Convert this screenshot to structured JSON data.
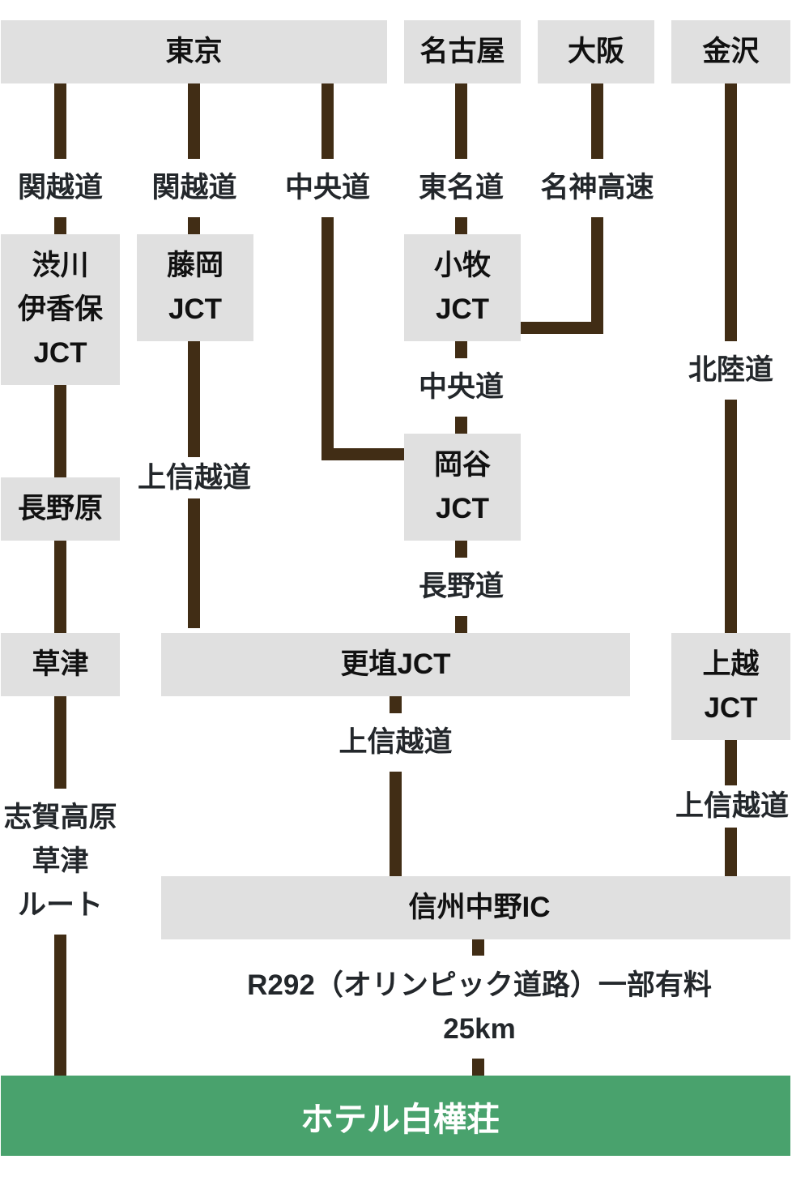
{
  "origins": {
    "tokyo": "東京",
    "nagoya": "名古屋",
    "osaka": "大阪",
    "kanazawa": "金沢"
  },
  "junctions": {
    "shibukawa_ikaho": [
      "渋川",
      "伊香保",
      "JCT"
    ],
    "fujioka": [
      "藤岡",
      "JCT"
    ],
    "komaki": [
      "小牧",
      "JCT"
    ],
    "okaya": [
      "岡谷",
      "JCT"
    ],
    "naganohara": [
      "長野原"
    ],
    "kusatsu": [
      "草津"
    ],
    "koshoku": [
      "更埴JCT"
    ],
    "joetsu": [
      "上越",
      "JCT"
    ],
    "shinshu_nakano_ic": [
      "信州中野IC"
    ]
  },
  "roads": {
    "kanetsu_via_shibukawa": "関越道",
    "kanetsu_via_fujioka": "関越道",
    "chuo_from_tokyo": "中央道",
    "tomei": "東名道",
    "meishin": "名神高速",
    "hokuriku": "北陸道",
    "chuo_from_komaki": "中央道",
    "joshinetsu_from_fujioka": "上信越道",
    "nagano": "長野道",
    "joshinetsu_from_koshoku": "上信越道",
    "joshinetsu_from_joetsu": "上信越道",
    "shiga_kusatsu_route": [
      "志賀高原",
      "草津",
      "ルート"
    ],
    "r292": [
      "R292（オリンピック道路）一部有料",
      "25km"
    ]
  },
  "destination": {
    "name": "ホテル白樺荘"
  },
  "colors": {
    "road_line": "#412d15",
    "node_box": "#e0e0e0",
    "node_text": "#111111",
    "road_label_text": "#23272b",
    "destination_box": "#49a26d",
    "destination_text": "#ffffff"
  }
}
